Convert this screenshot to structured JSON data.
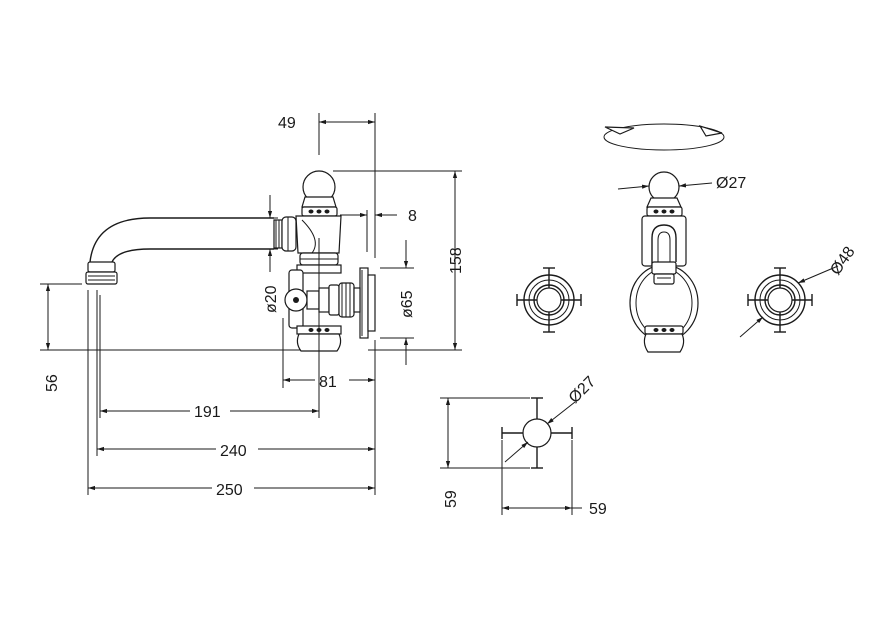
{
  "dimensions": {
    "d49": "49",
    "d8": "8",
    "d158": "158",
    "d20": "ø20",
    "d65": "ø65",
    "d56": "56",
    "d81": "81",
    "d191": "191",
    "d240": "240",
    "d250": "250",
    "d27_top": "Ø27",
    "d48": "Ø48",
    "d27_handle": "Ø27",
    "d59_v": "59",
    "d59_h": "59"
  },
  "colors": {
    "line": "#1a1a1a",
    "background": "#ffffff"
  }
}
